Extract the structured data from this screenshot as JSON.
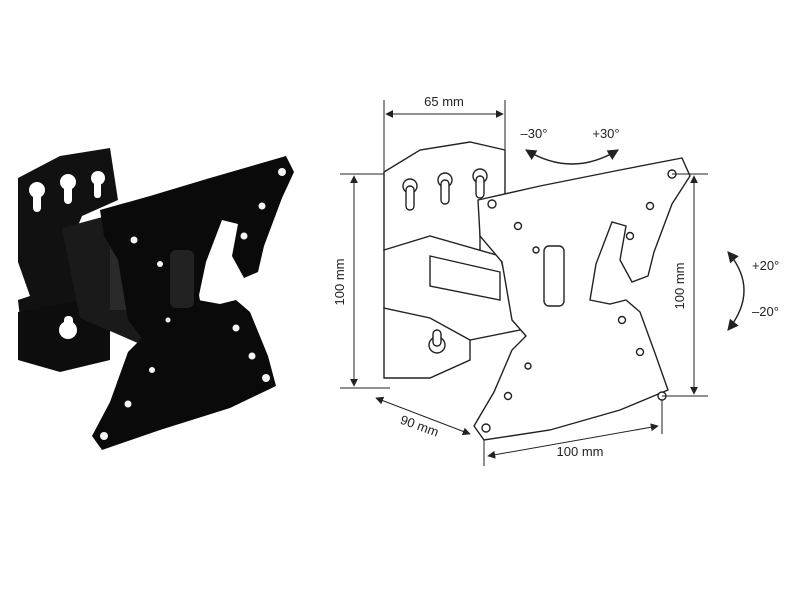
{
  "dimensions": {
    "depth_top": "65 mm",
    "height_left": "100 mm",
    "height_right": "100 mm",
    "depth_bottom": "90 mm",
    "width_bottom": "100 mm"
  },
  "rotation": {
    "swivel_left": "–30°",
    "swivel_right": "+30°",
    "tilt_up": "+20°",
    "tilt_down": "–20°"
  },
  "colors": {
    "product": "#111111",
    "line": "#222222",
    "background": "#ffffff"
  }
}
